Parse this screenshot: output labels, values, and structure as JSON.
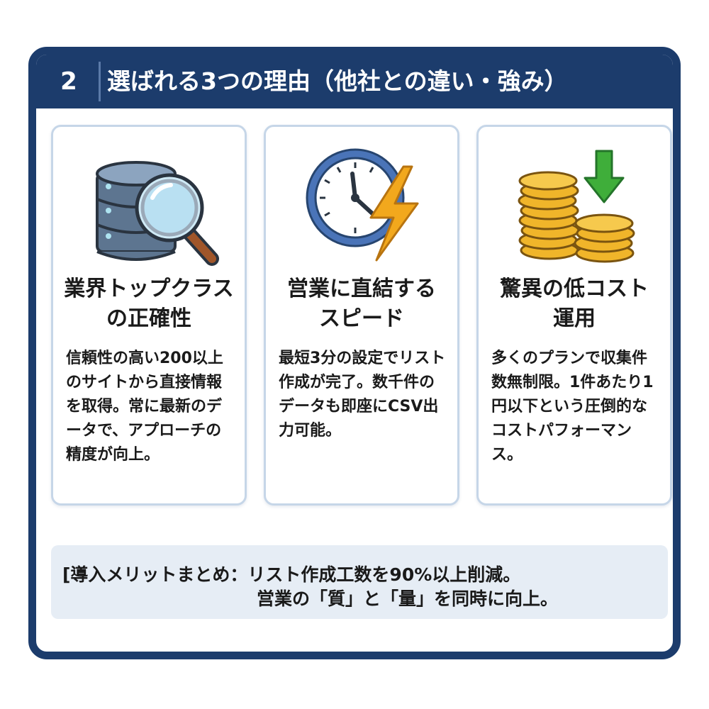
{
  "header": {
    "number": "2",
    "title": "選ばれる3つの理由（他社との違い・強み）"
  },
  "cards": [
    {
      "icon": "database-magnifier-icon",
      "title_line1": "業界トップクラス",
      "title_line2": "の正確性",
      "body": "信頼性の高い200以上のサイトから直接情報を取得。常に最新のデータで、アプローチの精度が向上。"
    },
    {
      "icon": "clock-lightning-icon",
      "title_line1": "営業に直結する",
      "title_line2": "スピード",
      "body": "最短3分の設定でリスト作成が完了。数千件のデータも即座にCSV出力可能。"
    },
    {
      "icon": "coins-down-arrow-icon",
      "title_line1": "驚異の低コスト",
      "title_line2": "運用",
      "body": "多くのプランで収集件数無制限。1件あたり1円以下という圧倒的なコストパフォーマンス。"
    }
  ],
  "summary": {
    "line1": "[導入メリットまとめ：リスト作成工数を90%以上削減。",
    "line2": "営業の「質」と「量」を同時に向上。"
  },
  "colors": {
    "navy": "#1c3c6c",
    "card_border": "#c6d6e8",
    "summary_bg": "#e6edf5",
    "lightning": "#f2a81d",
    "coin": "#f0b52a",
    "arrow": "#3fae3a"
  }
}
